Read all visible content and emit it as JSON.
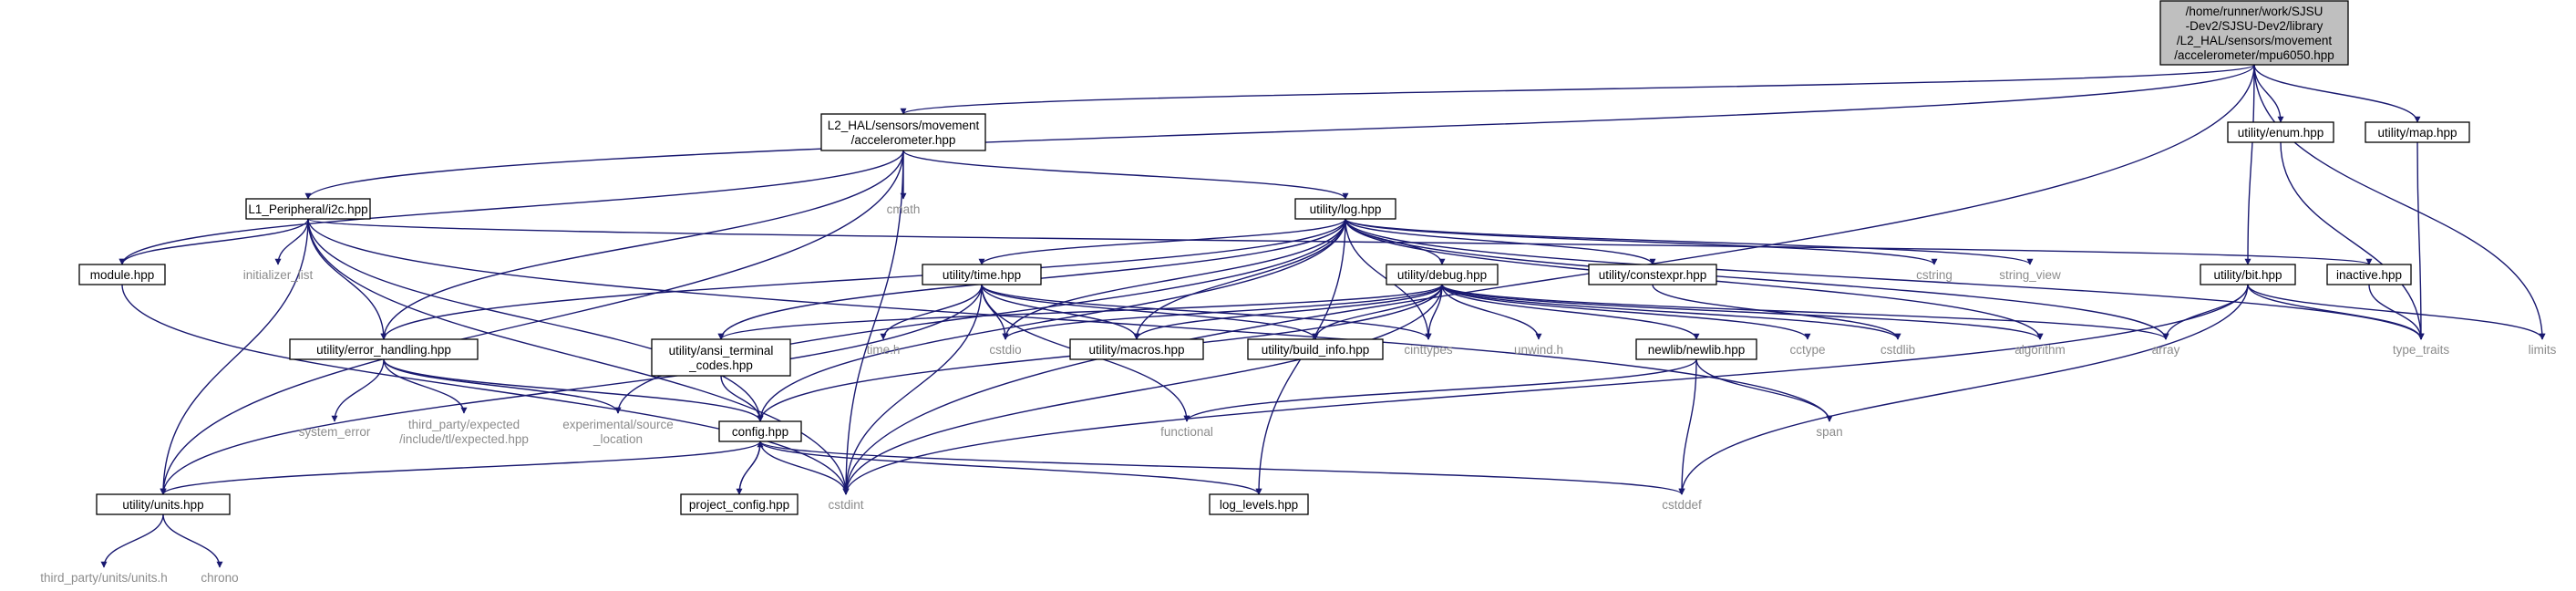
{
  "colors": {
    "edge": "#191970",
    "root_fill": "#bfbfbf",
    "box_stroke": "#000000",
    "missing_text": "#8c8c8c"
  },
  "nodes": {
    "root": [
      "/home/runner/work/SJSU",
      "-Dev2/SJSU-Dev2/library",
      "/L2_HAL/sensors/movement",
      "/accelerometer/mpu6050.hpp"
    ],
    "accel": [
      "L2_HAL/sensors/movement",
      "/accelerometer.hpp"
    ],
    "i2c": [
      "L1_Peripheral/i2c.hpp"
    ],
    "cmath": [
      "cmath"
    ],
    "log": [
      "utility/log.hpp"
    ],
    "enum": [
      "utility/enum.hpp"
    ],
    "map": [
      "utility/map.hpp"
    ],
    "module": [
      "module.hpp"
    ],
    "initlist": [
      "initializer_list"
    ],
    "time": [
      "utility/time.hpp"
    ],
    "debug": [
      "utility/debug.hpp"
    ],
    "constexpr": [
      "utility/constexpr.hpp"
    ],
    "cstring": [
      "cstring"
    ],
    "strview": [
      "string_view"
    ],
    "inactive": [
      "inactive.hpp"
    ],
    "bit": [
      "utility/bit.hpp"
    ],
    "limits": [
      "limits"
    ],
    "errh": [
      "utility/error_handling.hpp"
    ],
    "ansi": [
      "utility/ansi_terminal",
      "_codes.hpp"
    ],
    "timeh": [
      "time.h"
    ],
    "cstdio": [
      "cstdio"
    ],
    "macros": [
      "utility/macros.hpp"
    ],
    "buildinfo": [
      "utility/build_info.hpp"
    ],
    "cinttypes": [
      "cinttypes"
    ],
    "unwind": [
      "unwind.h"
    ],
    "newlib": [
      "newlib/newlib.hpp"
    ],
    "cctype": [
      "cctype"
    ],
    "cstdlib": [
      "cstdlib"
    ],
    "algorithm": [
      "algorithm"
    ],
    "array": [
      "array"
    ],
    "typetraits": [
      "type_traits"
    ],
    "syserr": [
      "system_error"
    ],
    "expected": [
      "third_party/expected",
      "/include/tl/expected.hpp"
    ],
    "exploc": [
      "experimental/source",
      "_location"
    ],
    "config": [
      "config.hpp"
    ],
    "functional": [
      "functional"
    ],
    "span": [
      "span"
    ],
    "units": [
      "utility/units.hpp"
    ],
    "projcfg": [
      "project_config.hpp"
    ],
    "cstdint": [
      "cstdint"
    ],
    "loglevels": [
      "log_levels.hpp"
    ],
    "cstddef": [
      "cstddef"
    ],
    "unitsh": [
      "third_party/units/units.h"
    ],
    "chrono": [
      "chrono"
    ]
  }
}
